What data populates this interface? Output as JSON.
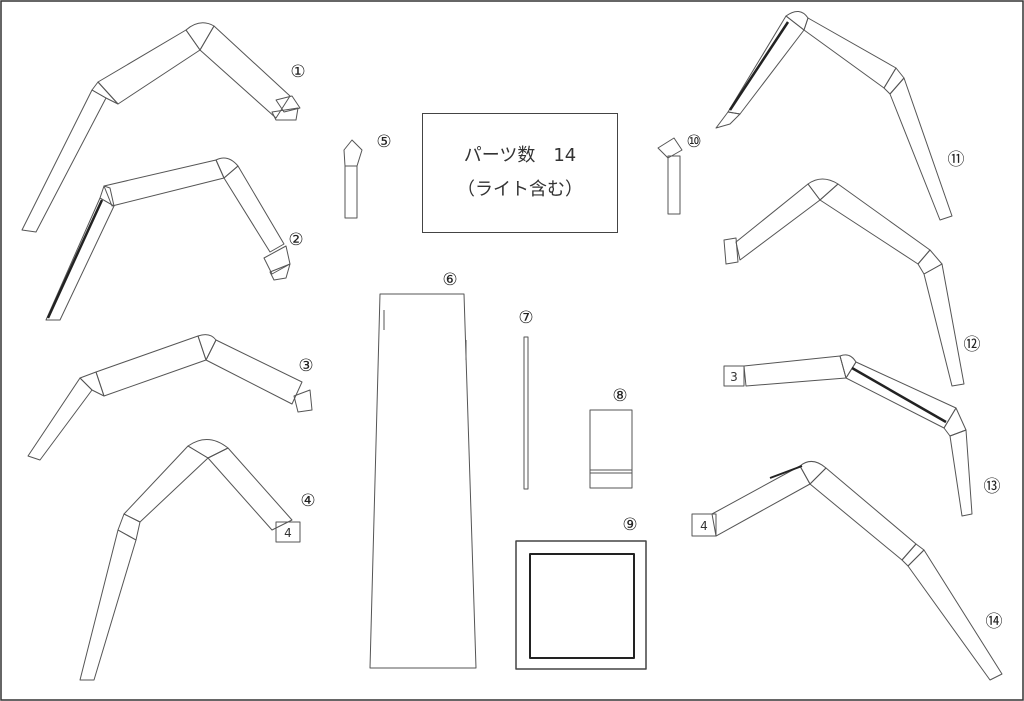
{
  "info_box": {
    "count_line": "パーツ数　14",
    "note_line": "（ライト含む）"
  },
  "part_numbers": [
    "①",
    "②",
    "③",
    "④",
    "⑤",
    "⑥",
    "⑦",
    "⑧",
    "⑨",
    "⑩",
    "⑪",
    "⑫",
    "⑬",
    "⑭"
  ],
  "part_markings": {
    "part_4_tab": "4",
    "part_13_tab": "3",
    "part_14_tab": "4"
  },
  "colors": {
    "line": "#555555",
    "dark_line": "#222222",
    "background": "#ffffff"
  }
}
